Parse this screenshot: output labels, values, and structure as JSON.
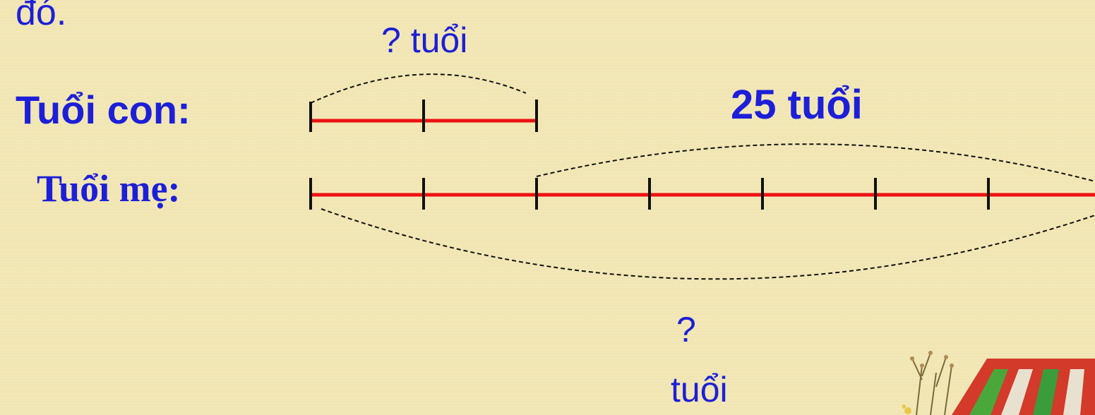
{
  "intro_text": "đó.",
  "child_row": {
    "label": "Tuổi con:",
    "question": "? tuổi",
    "segments": 2
  },
  "mother_row": {
    "label": "Tuổi mẹ:",
    "segments": 7
  },
  "difference_label": "25 tuổi",
  "mother_question": {
    "line1": "?",
    "line2": "tuổi"
  },
  "colors": {
    "text": "#1d1fd8",
    "segment_line": "#ee1111",
    "tick": "#111111",
    "dashed": "#111111",
    "background": "#f1e6b3"
  },
  "decoration": "house-clipart"
}
